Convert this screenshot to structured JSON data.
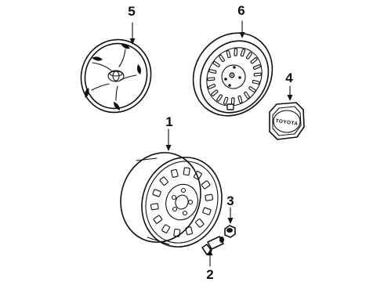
{
  "diagram": {
    "callouts": [
      {
        "id": "1",
        "label": "1"
      },
      {
        "id": "2",
        "label": "2"
      },
      {
        "id": "3",
        "label": "3"
      },
      {
        "id": "4",
        "label": "4"
      },
      {
        "id": "5",
        "label": "5"
      },
      {
        "id": "6",
        "label": "6"
      }
    ],
    "parts": {
      "steel_wheel": "callout 1",
      "valve_stem": "callout 2",
      "lug_nut": "callout 3",
      "center_cap": "callout 4",
      "hub_cap": "callout 5",
      "wheel_cover": "callout 6"
    },
    "center_cap_logo_text": "TOYOTA",
    "colors": {
      "line": "#111111",
      "background": "#ffffff"
    }
  }
}
